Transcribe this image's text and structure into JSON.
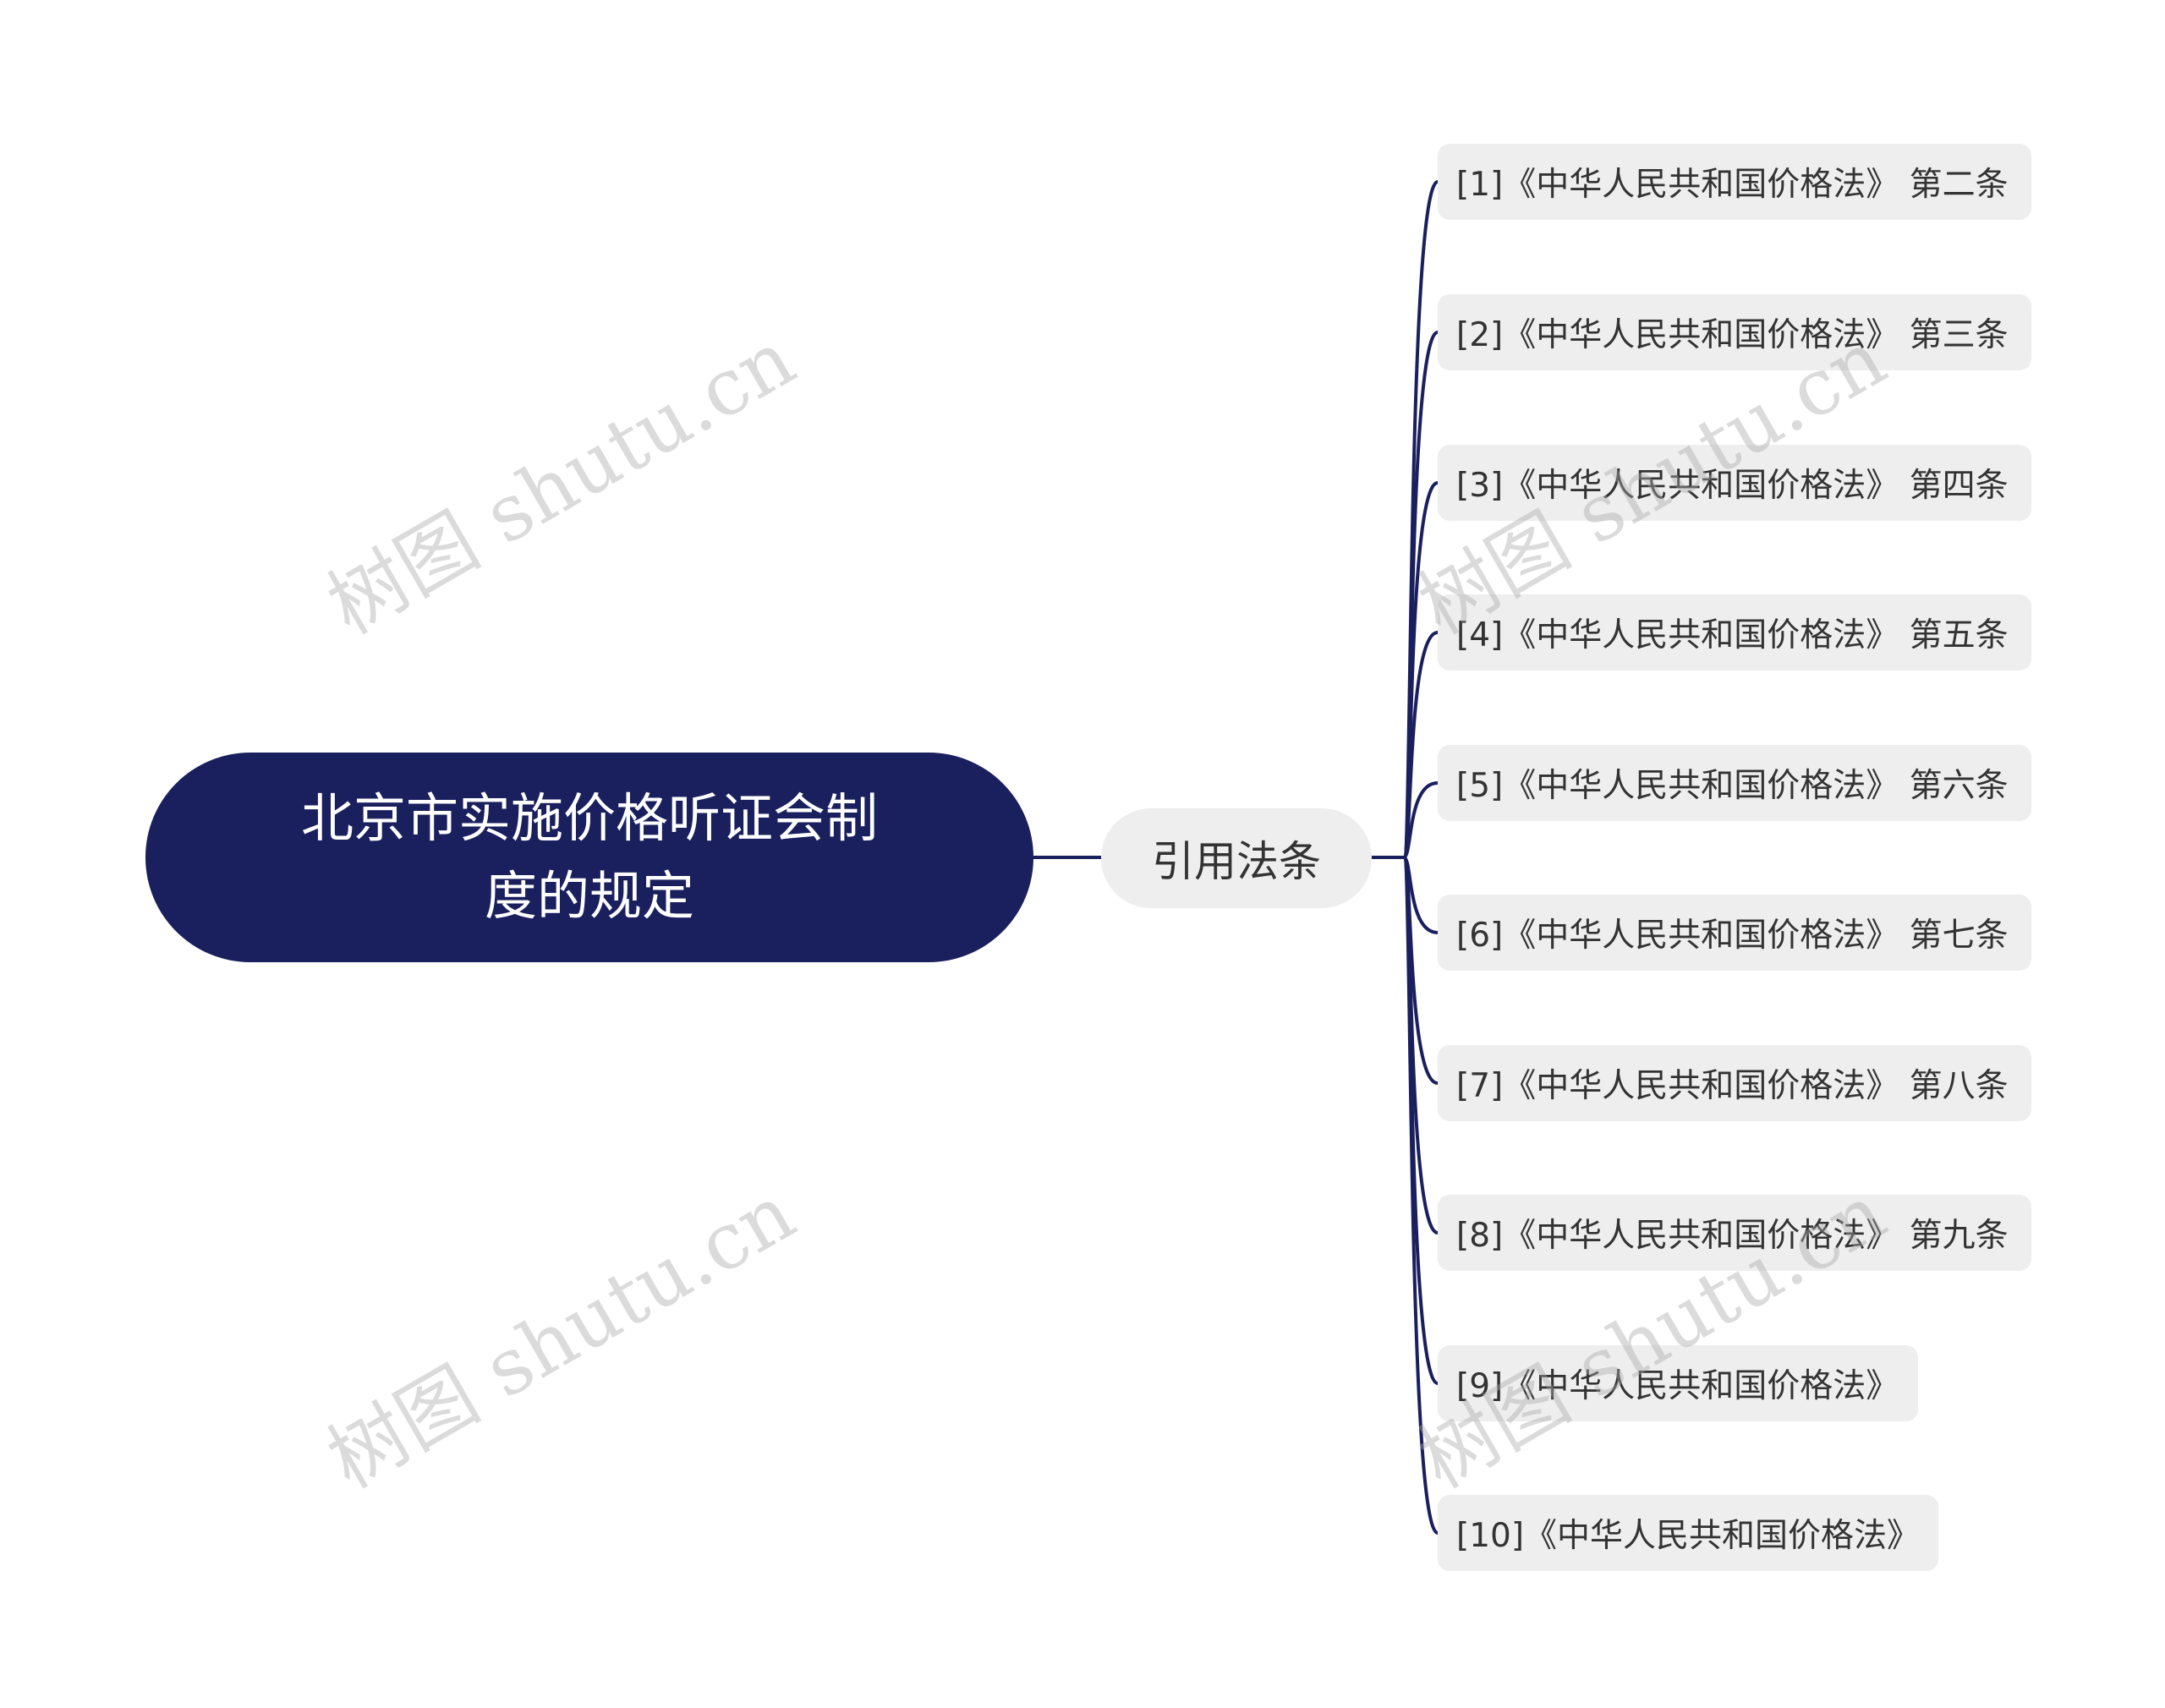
{
  "root": {
    "line1": "北京市实施价格听证会制",
    "line2": "度的规定"
  },
  "branch": {
    "label": "引用法条"
  },
  "leaves": [
    "[1]《中华人民共和国价格法》 第二条",
    "[2]《中华人民共和国价格法》 第三条",
    "[3]《中华人民共和国价格法》 第四条",
    "[4]《中华人民共和国价格法》 第五条",
    "[5]《中华人民共和国价格法》 第六条",
    "[6]《中华人民共和国价格法》 第七条",
    "[7]《中华人民共和国价格法》 第八条",
    "[8]《中华人民共和国价格法》 第九条",
    "[9]《中华人民共和国价格法》",
    "[10]《中华人民共和国价格法》"
  ],
  "watermark": "树图 shutu.cn",
  "colors": {
    "root_fill": "#1a1f5e",
    "node_fill": "#eeeeee",
    "connector": "#1a1f5e",
    "text": "#333333"
  }
}
